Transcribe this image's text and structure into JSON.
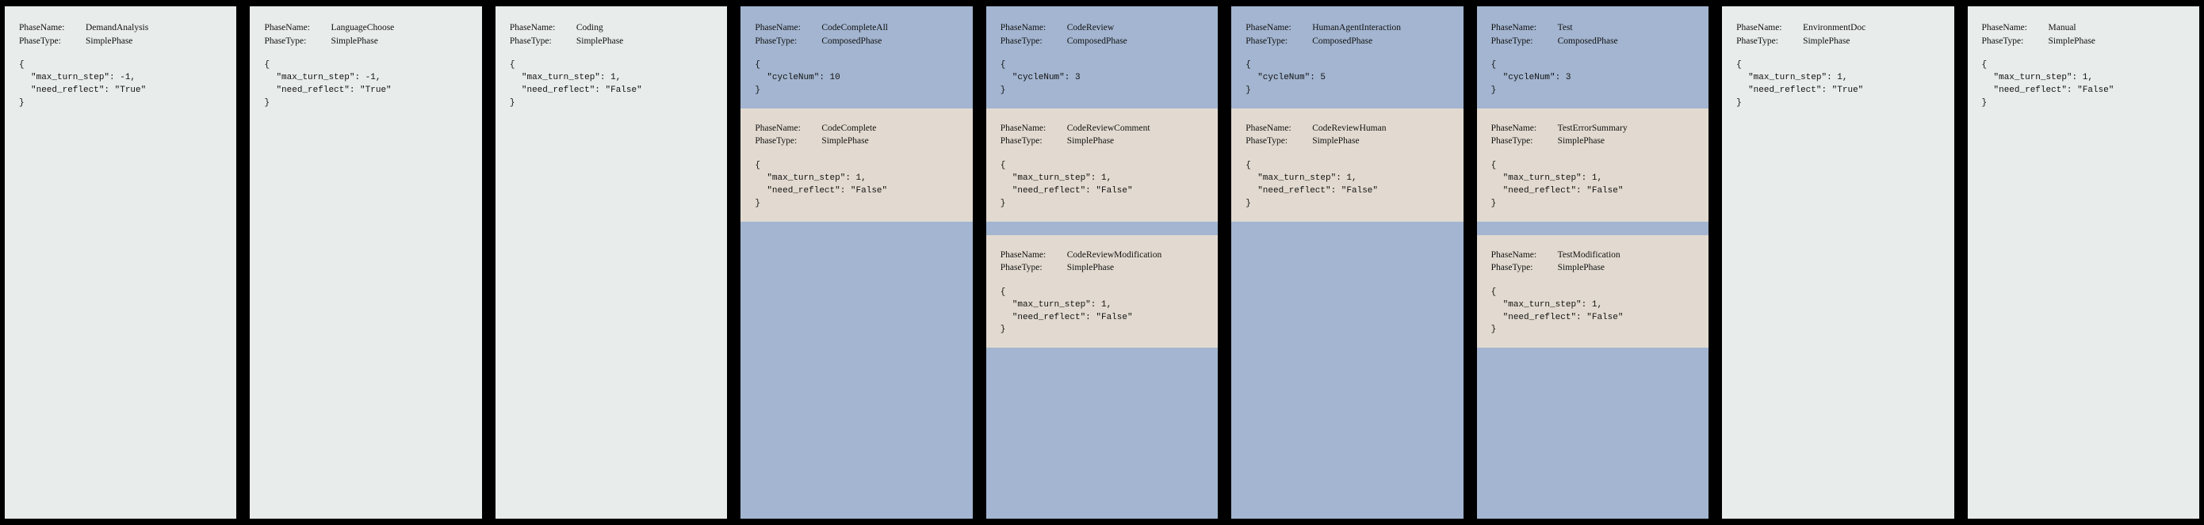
{
  "labels": {
    "phase_name": "PhaseName:",
    "phase_type": "PhaseType:",
    "open_brace": "{",
    "close_brace": "}"
  },
  "colors": {
    "background": "#000000",
    "simple_phase_card": "#e8ecea",
    "composed_phase_card": "#a3b5d0",
    "nested_simple_phase_card": "#e2dad0",
    "text": "#111111"
  },
  "columns": [
    {
      "kind": "simple",
      "phase_name": "DemandAnalysis",
      "phase_type": "SimplePhase",
      "config_lines": [
        "\"max_turn_step\": -1,",
        "\"need_reflect\": \"True\""
      ],
      "subphases": []
    },
    {
      "kind": "simple",
      "phase_name": "LanguageChoose",
      "phase_type": "SimplePhase",
      "config_lines": [
        "\"max_turn_step\": -1,",
        "\"need_reflect\": \"True\""
      ],
      "subphases": []
    },
    {
      "kind": "simple",
      "phase_name": "Coding",
      "phase_type": "SimplePhase",
      "config_lines": [
        "\"max_turn_step\": 1,",
        "\"need_reflect\": \"False\""
      ],
      "subphases": []
    },
    {
      "kind": "composed",
      "phase_name": "CodeCompleteAll",
      "phase_type": "ComposedPhase",
      "config_lines": [
        "\"cycleNum\": 10"
      ],
      "subphases": [
        {
          "phase_name": "CodeComplete",
          "phase_type": "SimplePhase",
          "config_lines": [
            "\"max_turn_step\": 1,",
            "\"need_reflect\": \"False\""
          ]
        }
      ]
    },
    {
      "kind": "composed",
      "phase_name": "CodeReview",
      "phase_type": "ComposedPhase",
      "config_lines": [
        "\"cycleNum\": 3"
      ],
      "subphases": [
        {
          "phase_name": "CodeReviewComment",
          "phase_type": "SimplePhase",
          "config_lines": [
            "\"max_turn_step\": 1,",
            "\"need_reflect\": \"False\""
          ]
        },
        {
          "phase_name": "CodeReviewModification",
          "phase_type": "SimplePhase",
          "config_lines": [
            "\"max_turn_step\": 1,",
            "\"need_reflect\": \"False\""
          ]
        }
      ]
    },
    {
      "kind": "composed",
      "phase_name": "HumanAgentInteraction",
      "phase_type": "ComposedPhase",
      "config_lines": [
        "\"cycleNum\": 5"
      ],
      "subphases": [
        {
          "phase_name": "CodeReviewHuman",
          "phase_type": "SimplePhase",
          "config_lines": [
            "\"max_turn_step\": 1,",
            "\"need_reflect\": \"False\""
          ]
        }
      ]
    },
    {
      "kind": "composed",
      "phase_name": "Test",
      "phase_type": "ComposedPhase",
      "config_lines": [
        "\"cycleNum\": 3"
      ],
      "subphases": [
        {
          "phase_name": "TestErrorSummary",
          "phase_type": "SimplePhase",
          "config_lines": [
            "\"max_turn_step\": 1,",
            "\"need_reflect\": \"False\""
          ]
        },
        {
          "phase_name": "TestModification",
          "phase_type": "SimplePhase",
          "config_lines": [
            "\"max_turn_step\": 1,",
            "\"need_reflect\": \"False\""
          ]
        }
      ]
    },
    {
      "kind": "simple",
      "phase_name": "EnvironmentDoc",
      "phase_type": "SimplePhase",
      "config_lines": [
        "\"max_turn_step\": 1,",
        "\"need_reflect\": \"True\""
      ],
      "subphases": []
    },
    {
      "kind": "simple",
      "phase_name": "Manual",
      "phase_type": "SimplePhase",
      "config_lines": [
        "\"max_turn_step\": 1,",
        "\"need_reflect\": \"False\""
      ],
      "subphases": []
    }
  ]
}
